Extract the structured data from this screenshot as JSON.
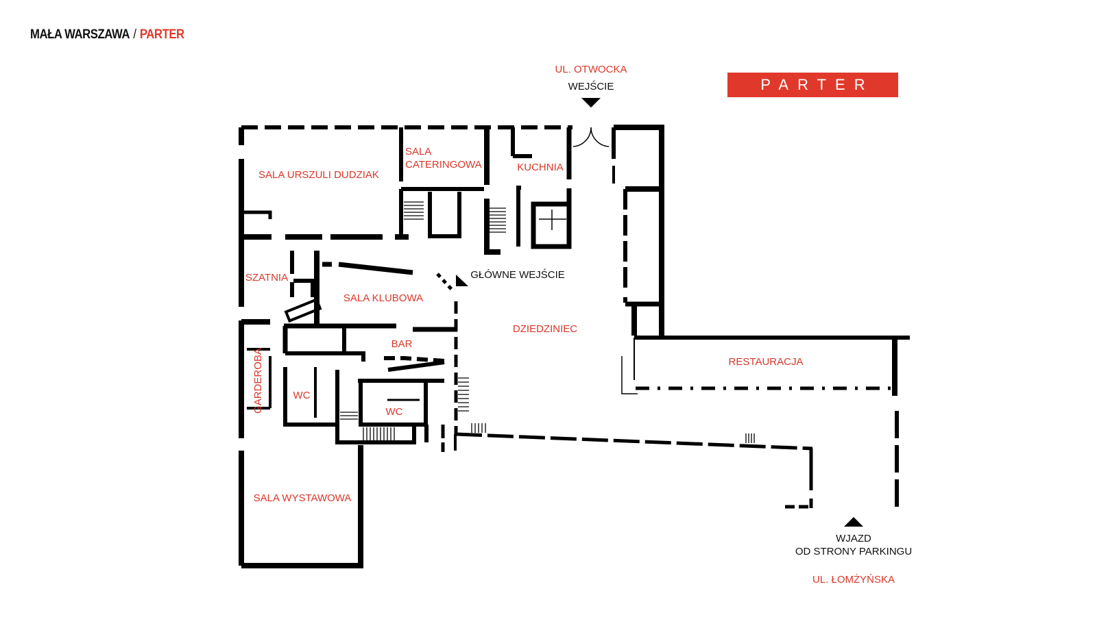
{
  "header": {
    "venue": "MAŁA WARSZAWA",
    "separator": "/",
    "floor": "PARTER"
  },
  "badge": {
    "text": "PARTER"
  },
  "colors": {
    "accent": "#e0392b",
    "wall": "#000000",
    "text": "#111111"
  },
  "streets": {
    "top": "UL. OTWOCKA",
    "bottom": "UL. ŁOMŻYŃSKA"
  },
  "entrances": {
    "top": "WEJŚCIE",
    "main": "GŁÓWNE WEJŚCIE",
    "parking_line1": "WJAZD",
    "parking_line2": "OD STRONY PARKINGU"
  },
  "rooms": {
    "sala_urszuli_dudziak": "SALA URSZULI DUDZIAK",
    "sala_cateringowa_line1": "SALA",
    "sala_cateringowa_line2": "CATERINGOWA",
    "kuchnia": "KUCHNIA",
    "szatnia": "SZATNIA",
    "sala_klubowa": "SALA KLUBOWA",
    "dziedziniec": "DZIEDZINIEC",
    "bar": "BAR",
    "restauracja": "RESTAURACJA",
    "garderoba": "GARDEROBA",
    "wc_left": "WC",
    "wc_right": "WC",
    "sala_wystawowa": "SALA WYSTAWOWA"
  }
}
